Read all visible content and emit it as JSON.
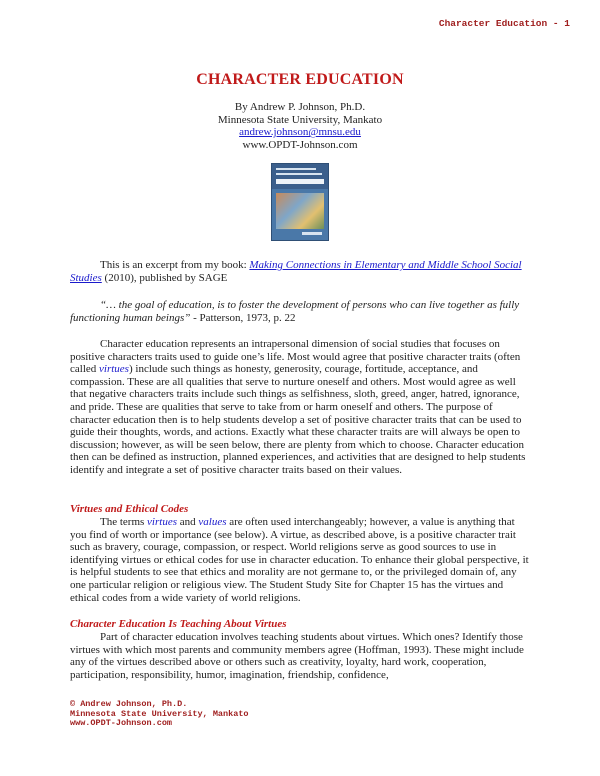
{
  "header": {
    "running_title": "Character Education - 1"
  },
  "title": "CHARACTER EDUCATION",
  "byline": {
    "author": "By Andrew P. Johnson, Ph.D.",
    "affiliation": "Minnesota State University, Mankato",
    "email": "andrew.johnson@mnsu.edu",
    "website": "www.OPDT-Johnson.com"
  },
  "book_cover": {
    "lines": [
      "Making Connections",
      "Elementary and Middle School",
      "SOCIAL STUDIES"
    ]
  },
  "intro": {
    "prefix": "This is an excerpt from my book: ",
    "book_title": "Making Connections in Elementary and Middle School Social Studies",
    "suffix": " (2010), published by SAGE"
  },
  "quote": {
    "text": "“… the goal of education, is to foster the development of persons who can live together as fully functioning human beings”",
    "citation": " - Patterson, 1973, p. 22"
  },
  "paragraphs": {
    "p1_a": "Character education represents an intrapersonal dimension of social studies that focuses on positive characters traits used to guide one’s life.  Most would agree that positive character traits (often called ",
    "p1_virtues": "virtues",
    "p1_b": ") include such things as honesty, generosity, courage, fortitude, acceptance, and compassion. These are all qualities that serve to nurture oneself and others. Most would agree as well that negative characters traits include such things as selfishness, sloth, greed, anger, hatred, ignorance, and pride. These are qualities that serve to take from or harm oneself and others.  The purpose of character education then is to help students develop a set of positive character traits that can be used to guide their thoughts, words, and actions. Exactly what these character traits are will always be open to discussion; however, as will be seen below, there are plenty from which to choose.  Character education then can be defined as instruction, planned experiences, and activities that are designed to help students identify and integrate a set of positive character traits based on their values.",
    "heading2": "Virtues and Ethical Codes",
    "p2_a": "The terms ",
    "p2_virtues": "virtues",
    "p2_and": " and ",
    "p2_values": "values",
    "p2_b": " are often used interchangeably; however, a value is anything that you find of worth or importance (see below). A virtue, as described above, is a positive character trait such as bravery, courage, compassion, or respect. World religions serve as good sources to use in identifying virtues or ethical codes for use in character education.  To enhance their global perspective, it is helpful students to see that ethics and morality are not germane to, or the privileged domain of, any one particular religion or religious view.  The Student Study Site for Chapter 15 has the virtues and ethical codes from a wide variety of world religions.",
    "heading3": "Character Education Is Teaching About Virtues",
    "p3": "Part of character education involves teaching students about virtues. Which ones? Identify those virtues with which most parents and community members agree (Hoffman, 1993). These might include any of the virtues described above or others such as creativity, loyalty, hard work, cooperation, participation, responsibility, humor, imagination, friendship, confidence,"
  },
  "footer": {
    "line1": "© Andrew Johnson, Ph.D.",
    "line2": "Minnesota State University, Mankato",
    "line3": "www.OPDT-Johnson.com"
  }
}
